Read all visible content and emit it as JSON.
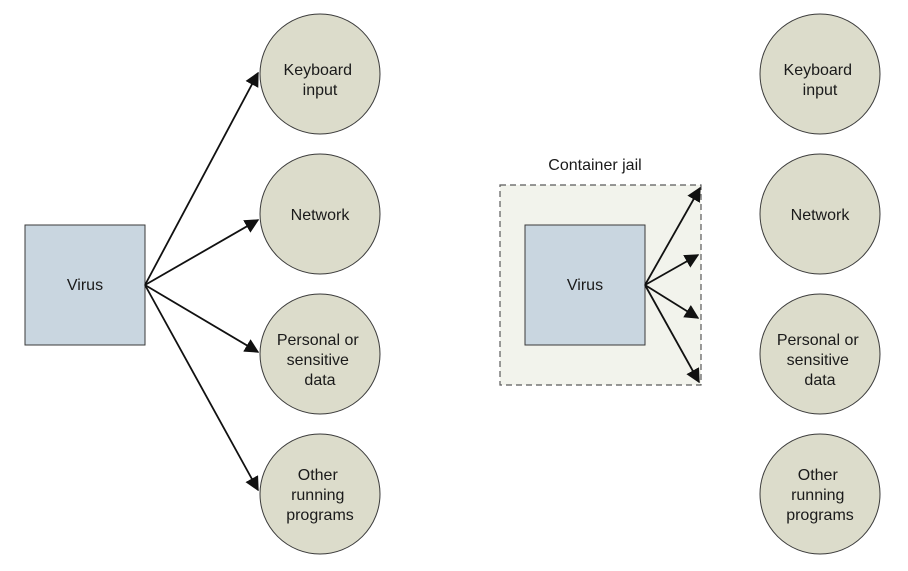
{
  "left_panel": {
    "source_label": "Virus",
    "targets": [
      [
        "Keyboard",
        "input"
      ],
      [
        "Network"
      ],
      [
        "Personal or",
        "sensitive",
        "data"
      ],
      [
        "Other",
        "running",
        "programs"
      ]
    ]
  },
  "right_panel": {
    "jail_label": "Container jail",
    "source_label": "Virus",
    "targets": [
      [
        "Keyboard",
        "input"
      ],
      [
        "Network"
      ],
      [
        "Personal or",
        "sensitive",
        "data"
      ],
      [
        "Other",
        "running",
        "programs"
      ]
    ]
  }
}
